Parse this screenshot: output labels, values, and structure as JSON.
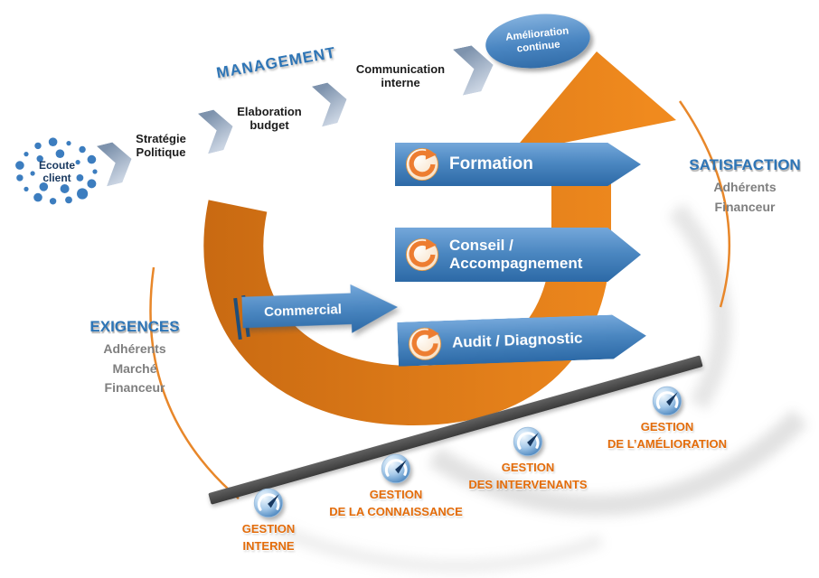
{
  "management": {
    "title": "MANAGEMENT",
    "steps": [
      {
        "label": "Ecoute client"
      },
      {
        "label": "Stratégie Politique"
      },
      {
        "label": "Elaboration budget"
      },
      {
        "label": "Communication interne"
      },
      {
        "label": "Amélioration continue"
      }
    ]
  },
  "inputs": {
    "title": "EXIGENCES",
    "items": [
      "Adhérents",
      "Marché",
      "Financeur"
    ]
  },
  "outputs": {
    "title": "SATISFACTION",
    "items": [
      "Adhérents",
      "Financeur"
    ]
  },
  "core_processes": [
    {
      "label": "Formation",
      "icon": "circular-arrow-icon"
    },
    {
      "label": "Conseil / Accompagnement",
      "icon": "circular-arrow-icon"
    },
    {
      "label": "Audit / Diagnostic",
      "icon": "circular-arrow-icon"
    }
  ],
  "commercial": {
    "label": "Commercial"
  },
  "support_processes": [
    {
      "line1": "GESTION",
      "line2": "INTERNE",
      "icon": "compass-ball-icon"
    },
    {
      "line1": "GESTION",
      "line2": "DE LA CONNAISSANCE",
      "icon": "compass-ball-icon"
    },
    {
      "line1": "GESTION",
      "line2": "DES INTERVENANTS",
      "icon": "compass-ball-icon"
    },
    {
      "line1": "GESTION",
      "line2": "DE L’AMÉLIORATION",
      "icon": "compass-ball-icon"
    }
  ],
  "colors": {
    "accent_orange": "#E8821E",
    "accent_blue": "#2E75B6",
    "banner_blue_light": "#74A7DA",
    "banner_blue_dark": "#2C69A6",
    "support_label_orange": "#E36C0A",
    "muted_gray": "#7F7F7F",
    "bar_gray": "#474747"
  }
}
